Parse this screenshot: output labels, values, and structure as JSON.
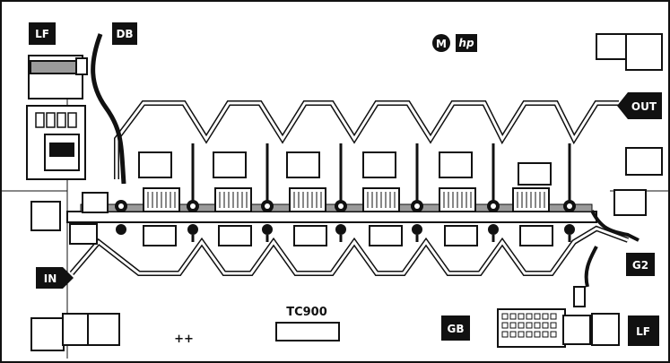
{
  "title": "Microwave amplifier chip layout",
  "pads": {
    "lf_top": "LF",
    "db": "DB",
    "out": "OUT",
    "in": "IN",
    "g2": "G2",
    "gb": "GB",
    "lf_bottom": "LF"
  },
  "marking": {
    "part_number": "TC900",
    "alignment_marks": "++",
    "logos": [
      "M",
      "hp"
    ]
  },
  "colors": {
    "ink": "#111111",
    "paper": "#ffffff",
    "grey": "#9a9a9a"
  },
  "stage_count": 7
}
